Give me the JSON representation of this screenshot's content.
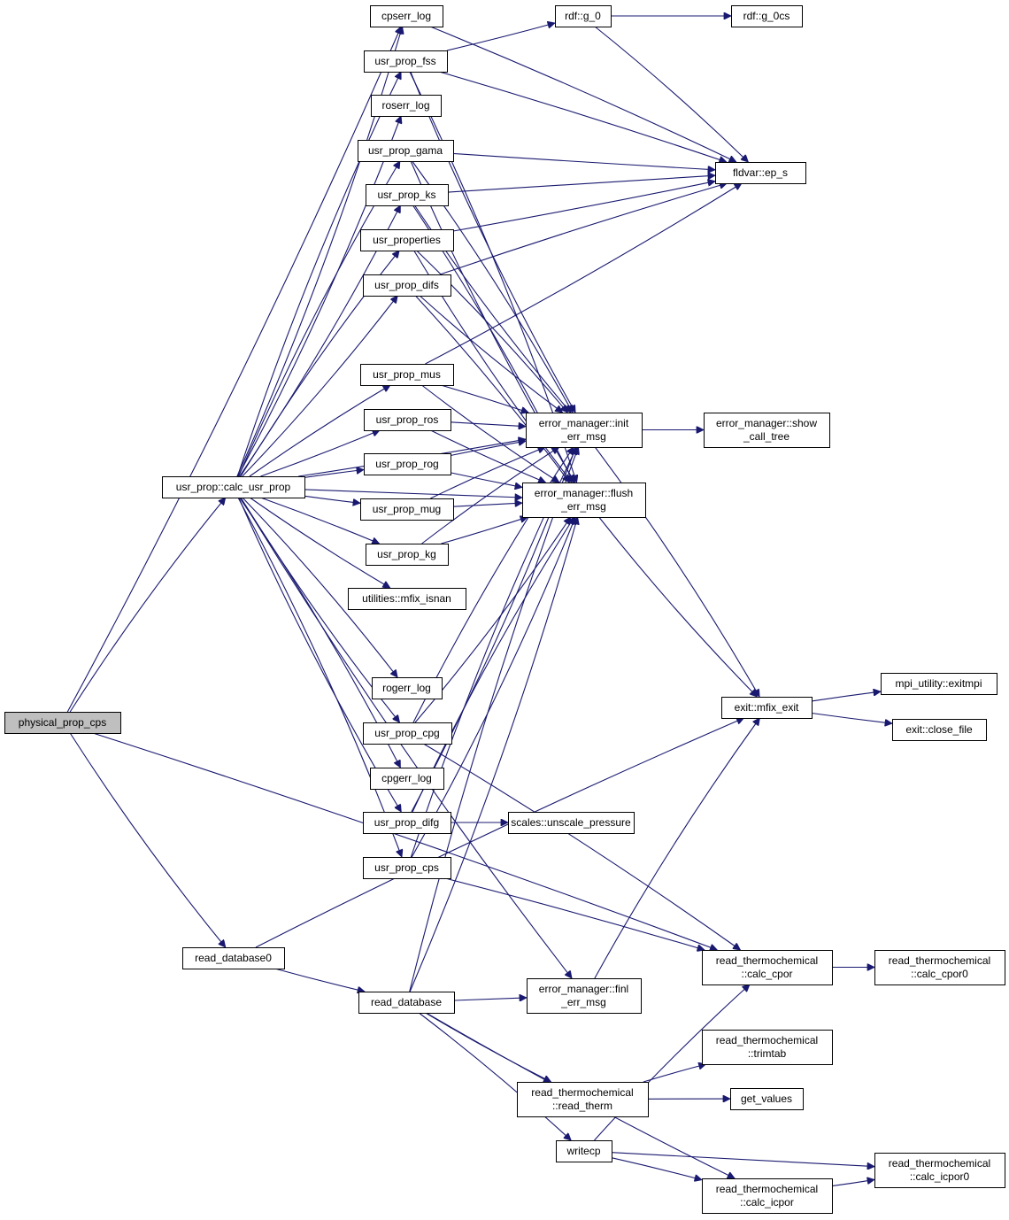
{
  "title": "physical_prop_cps call graph",
  "colors": {
    "edge": "#191970",
    "root_fill": "#bfbfbf",
    "node_fill": "#ffffff",
    "border": "#000000"
  },
  "nodes": [
    {
      "id": "physical_prop_cps",
      "lines": [
        "physical_prop_cps"
      ],
      "root": true
    },
    {
      "id": "calc_usr_prop",
      "lines": [
        "usr_prop::calc_usr_prop"
      ]
    },
    {
      "id": "read_database0",
      "lines": [
        "read_database0"
      ]
    },
    {
      "id": "read_database",
      "lines": [
        "read_database"
      ]
    },
    {
      "id": "cpserr_log",
      "lines": [
        "cpserr_log"
      ]
    },
    {
      "id": "usr_prop_fss",
      "lines": [
        "usr_prop_fss"
      ]
    },
    {
      "id": "roserr_log",
      "lines": [
        "roserr_log"
      ]
    },
    {
      "id": "usr_prop_gama",
      "lines": [
        "usr_prop_gama"
      ]
    },
    {
      "id": "usr_prop_ks",
      "lines": [
        "usr_prop_ks"
      ]
    },
    {
      "id": "usr_properties",
      "lines": [
        "usr_properties"
      ]
    },
    {
      "id": "usr_prop_difs",
      "lines": [
        "usr_prop_difs"
      ]
    },
    {
      "id": "usr_prop_mus",
      "lines": [
        "usr_prop_mus"
      ]
    },
    {
      "id": "usr_prop_ros",
      "lines": [
        "usr_prop_ros"
      ]
    },
    {
      "id": "usr_prop_rog",
      "lines": [
        "usr_prop_rog"
      ]
    },
    {
      "id": "usr_prop_mug",
      "lines": [
        "usr_prop_mug"
      ]
    },
    {
      "id": "usr_prop_kg",
      "lines": [
        "usr_prop_kg"
      ]
    },
    {
      "id": "mfix_isnan",
      "lines": [
        "utilities::mfix_isnan"
      ]
    },
    {
      "id": "rogerr_log",
      "lines": [
        "rogerr_log"
      ]
    },
    {
      "id": "usr_prop_cpg",
      "lines": [
        "usr_prop_cpg"
      ]
    },
    {
      "id": "cpgerr_log",
      "lines": [
        "cpgerr_log"
      ]
    },
    {
      "id": "usr_prop_difg",
      "lines": [
        "usr_prop_difg"
      ]
    },
    {
      "id": "usr_prop_cps",
      "lines": [
        "usr_prop_cps"
      ]
    },
    {
      "id": "rdf_g_0",
      "lines": [
        "rdf::g_0"
      ]
    },
    {
      "id": "rdf_g_0cs",
      "lines": [
        "rdf::g_0cs"
      ]
    },
    {
      "id": "ep_s",
      "lines": [
        "fldvar::ep_s"
      ]
    },
    {
      "id": "init_err_msg",
      "lines": [
        "error_manager::init",
        "_err_msg"
      ]
    },
    {
      "id": "show_call_tree",
      "lines": [
        "error_manager::show",
        "_call_tree"
      ]
    },
    {
      "id": "flush_err_msg",
      "lines": [
        "error_manager::flush",
        "_err_msg"
      ]
    },
    {
      "id": "mfix_exit",
      "lines": [
        "exit::mfix_exit"
      ]
    },
    {
      "id": "exitmpi",
      "lines": [
        "mpi_utility::exitmpi"
      ]
    },
    {
      "id": "close_file",
      "lines": [
        "exit::close_file"
      ]
    },
    {
      "id": "unscale_pressure",
      "lines": [
        "scales::unscale_pressure"
      ]
    },
    {
      "id": "calc_cpor",
      "lines": [
        "read_thermochemical",
        "::calc_cpor"
      ]
    },
    {
      "id": "calc_cpor0",
      "lines": [
        "read_thermochemical",
        "::calc_cpor0"
      ]
    },
    {
      "id": "finl_err_msg",
      "lines": [
        "error_manager::finl",
        "_err_msg"
      ]
    },
    {
      "id": "trimtab",
      "lines": [
        "read_thermochemical",
        "::trimtab"
      ]
    },
    {
      "id": "read_therm",
      "lines": [
        "read_thermochemical",
        "::read_therm"
      ]
    },
    {
      "id": "get_values",
      "lines": [
        "get_values"
      ]
    },
    {
      "id": "writecp",
      "lines": [
        "writecp"
      ]
    },
    {
      "id": "calc_icpor",
      "lines": [
        "read_thermochemical",
        "::calc_icpor"
      ]
    },
    {
      "id": "calc_icpor0",
      "lines": [
        "read_thermochemical",
        "::calc_icpor0"
      ]
    }
  ],
  "edges": [
    [
      "physical_prop_cps",
      "cpserr_log"
    ],
    [
      "physical_prop_cps",
      "calc_usr_prop"
    ],
    [
      "physical_prop_cps",
      "read_database0"
    ],
    [
      "physical_prop_cps",
      "calc_cpor"
    ],
    [
      "calc_usr_prop",
      "cpserr_log"
    ],
    [
      "calc_usr_prop",
      "usr_prop_fss"
    ],
    [
      "calc_usr_prop",
      "roserr_log"
    ],
    [
      "calc_usr_prop",
      "usr_prop_gama"
    ],
    [
      "calc_usr_prop",
      "usr_prop_ks"
    ],
    [
      "calc_usr_prop",
      "usr_properties"
    ],
    [
      "calc_usr_prop",
      "usr_prop_difs"
    ],
    [
      "calc_usr_prop",
      "usr_prop_mus"
    ],
    [
      "calc_usr_prop",
      "usr_prop_ros"
    ],
    [
      "calc_usr_prop",
      "usr_prop_rog"
    ],
    [
      "calc_usr_prop",
      "usr_prop_mug"
    ],
    [
      "calc_usr_prop",
      "usr_prop_kg"
    ],
    [
      "calc_usr_prop",
      "mfix_isnan"
    ],
    [
      "calc_usr_prop",
      "rogerr_log"
    ],
    [
      "calc_usr_prop",
      "usr_prop_cpg"
    ],
    [
      "calc_usr_prop",
      "cpgerr_log"
    ],
    [
      "calc_usr_prop",
      "usr_prop_difg"
    ],
    [
      "calc_usr_prop",
      "usr_prop_cps"
    ],
    [
      "calc_usr_prop",
      "init_err_msg"
    ],
    [
      "calc_usr_prop",
      "flush_err_msg"
    ],
    [
      "calc_usr_prop",
      "finl_err_msg"
    ],
    [
      "cpserr_log",
      "ep_s"
    ],
    [
      "usr_prop_fss",
      "rdf_g_0"
    ],
    [
      "usr_prop_fss",
      "ep_s"
    ],
    [
      "usr_prop_fss",
      "init_err_msg"
    ],
    [
      "usr_prop_fss",
      "flush_err_msg"
    ],
    [
      "rdf_g_0",
      "rdf_g_0cs"
    ],
    [
      "rdf_g_0",
      "ep_s"
    ],
    [
      "usr_prop_gama",
      "ep_s"
    ],
    [
      "usr_prop_gama",
      "init_err_msg"
    ],
    [
      "usr_prop_gama",
      "flush_err_msg"
    ],
    [
      "usr_prop_ks",
      "ep_s"
    ],
    [
      "usr_prop_ks",
      "init_err_msg"
    ],
    [
      "usr_prop_ks",
      "flush_err_msg"
    ],
    [
      "usr_properties",
      "ep_s"
    ],
    [
      "usr_properties",
      "init_err_msg"
    ],
    [
      "usr_properties",
      "flush_err_msg"
    ],
    [
      "usr_prop_difs",
      "ep_s"
    ],
    [
      "usr_prop_difs",
      "init_err_msg"
    ],
    [
      "usr_prop_difs",
      "flush_err_msg"
    ],
    [
      "usr_prop_mus",
      "ep_s"
    ],
    [
      "usr_prop_mus",
      "init_err_msg"
    ],
    [
      "usr_prop_mus",
      "flush_err_msg"
    ],
    [
      "usr_prop_ros",
      "init_err_msg"
    ],
    [
      "usr_prop_ros",
      "flush_err_msg"
    ],
    [
      "usr_prop_rog",
      "init_err_msg"
    ],
    [
      "usr_prop_rog",
      "flush_err_msg"
    ],
    [
      "usr_prop_mug",
      "init_err_msg"
    ],
    [
      "usr_prop_mug",
      "flush_err_msg"
    ],
    [
      "usr_prop_kg",
      "init_err_msg"
    ],
    [
      "usr_prop_kg",
      "flush_err_msg"
    ],
    [
      "usr_prop_cpg",
      "init_err_msg"
    ],
    [
      "usr_prop_cpg",
      "flush_err_msg"
    ],
    [
      "usr_prop_cpg",
      "calc_cpor"
    ],
    [
      "usr_prop_difg",
      "init_err_msg"
    ],
    [
      "usr_prop_difg",
      "flush_err_msg"
    ],
    [
      "usr_prop_difg",
      "unscale_pressure"
    ],
    [
      "usr_prop_cps",
      "init_err_msg"
    ],
    [
      "usr_prop_cps",
      "flush_err_msg"
    ],
    [
      "usr_prop_cps",
      "calc_cpor"
    ],
    [
      "init_err_msg",
      "show_call_tree"
    ],
    [
      "init_err_msg",
      "mfix_exit"
    ],
    [
      "flush_err_msg",
      "mfix_exit"
    ],
    [
      "mfix_exit",
      "exitmpi"
    ],
    [
      "mfix_exit",
      "close_file"
    ],
    [
      "read_database0",
      "mfix_exit"
    ],
    [
      "read_database0",
      "read_database"
    ],
    [
      "read_database",
      "init_err_msg"
    ],
    [
      "read_database",
      "flush_err_msg"
    ],
    [
      "read_database",
      "finl_err_msg"
    ],
    [
      "read_database",
      "read_therm"
    ],
    [
      "read_database",
      "writecp"
    ],
    [
      "read_database",
      "calc_icpor"
    ],
    [
      "finl_err_msg",
      "mfix_exit"
    ],
    [
      "calc_cpor",
      "calc_cpor0"
    ],
    [
      "read_therm",
      "trimtab"
    ],
    [
      "read_therm",
      "get_values"
    ],
    [
      "writecp",
      "calc_cpor"
    ],
    [
      "writecp",
      "calc_icpor0"
    ],
    [
      "writecp",
      "calc_icpor"
    ],
    [
      "calc_icpor",
      "calc_icpor0"
    ]
  ]
}
